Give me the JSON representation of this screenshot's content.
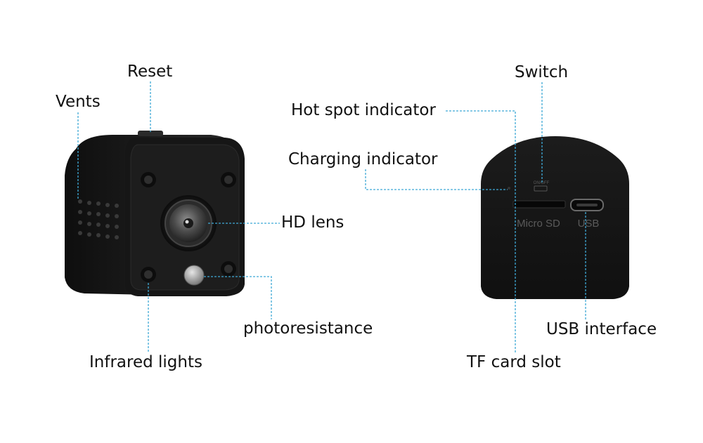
{
  "labels": {
    "reset": "Reset",
    "vents": "Vents",
    "hd_lens": "HD lens",
    "photoresistance": "photoresistance",
    "infrared_lights": "Infrared lights",
    "switch": "Switch",
    "hot_spot_indicator": "Hot spot indicator",
    "charging_indicator": "Charging indicator",
    "usb_interface": "USB interface",
    "tf_card_slot": "TF card slot"
  },
  "device_print": {
    "switch_marking": "ON/OFF",
    "micro_sd": "Micro  SD",
    "usb": "USB"
  },
  "colors": {
    "leader_line": "#3fa9d6",
    "body": "#1a1a1a",
    "label_text": "#111111"
  }
}
